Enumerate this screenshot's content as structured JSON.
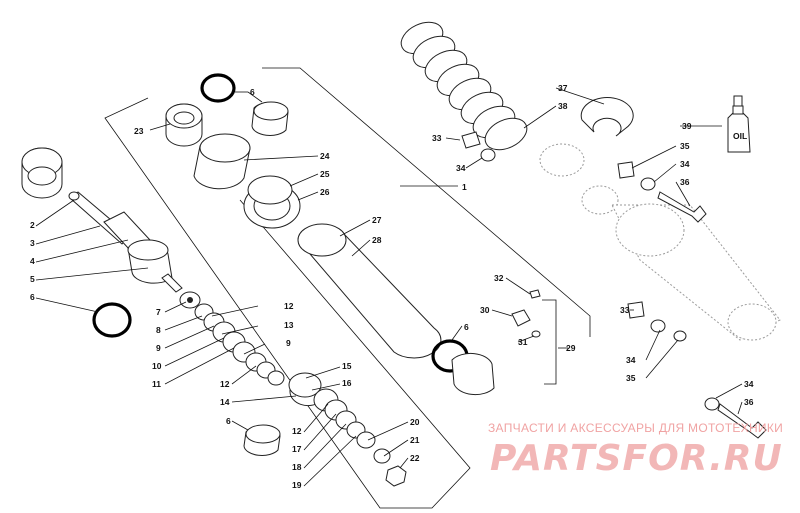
{
  "callouts": {
    "c1": "1",
    "c2": "2",
    "c3": "3",
    "c4": "4",
    "c5": "5",
    "c6a": "6",
    "c6b": "6",
    "c6c": "6",
    "c6d": "6",
    "c7": "7",
    "c8": "8",
    "c9a": "9",
    "c9b": "9",
    "c10": "10",
    "c11": "11",
    "c12a": "12",
    "c12b": "12",
    "c12c": "12",
    "c13": "13",
    "c14": "14",
    "c15": "15",
    "c16": "16",
    "c17": "17",
    "c18": "18",
    "c19": "19",
    "c20": "20",
    "c21": "21",
    "c22": "22",
    "c23": "23",
    "c24": "24",
    "c25": "25",
    "c26": "26",
    "c27": "27",
    "c28": "28",
    "c29": "29",
    "c30": "30",
    "c31": "31",
    "c32": "32",
    "c33a": "33",
    "c33b": "33",
    "c34a": "34",
    "c34b": "34",
    "c34c": "34",
    "c34d": "34",
    "c35a": "35",
    "c35b": "35",
    "c36a": "36",
    "c36b": "36",
    "c37": "37",
    "c38": "38",
    "c39": "39"
  },
  "oil_bottle_label": "OIL",
  "watermark": {
    "tagline": "ЗАПЧАСТИ И АКСЕССУАРЫ ДЛЯ МОТОТЕХНИКИ",
    "brand": "PARTSFOR.RU"
  }
}
